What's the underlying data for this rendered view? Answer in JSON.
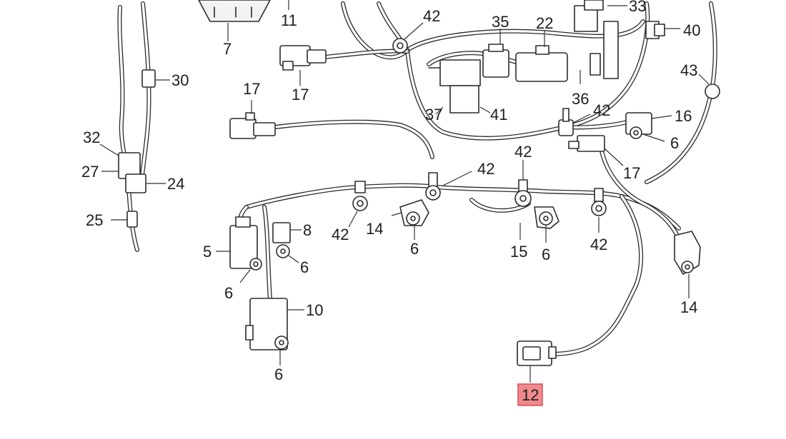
{
  "highlight_color": "#ef8a8f",
  "labels": {
    "p7": "7",
    "p11": "11",
    "p42a": "42",
    "p35": "35",
    "p22": "22",
    "p33": "33",
    "p40": "40",
    "p43": "43",
    "p30": "30",
    "p17a": "17",
    "p17b": "17",
    "p36": "36",
    "p37": "37",
    "p41": "41",
    "p42b": "42",
    "p16": "16",
    "p6a": "6",
    "p32": "32",
    "p27": "27",
    "p24": "24",
    "p17c": "17",
    "p42c": "42",
    "p42d": "42",
    "p25": "25",
    "p8": "8",
    "p42e": "42",
    "p14a": "14",
    "p5": "5",
    "p6b": "6",
    "p6c": "6",
    "p15": "15",
    "p6d": "6",
    "p42f": "42",
    "p6e": "6",
    "p10": "10",
    "p14b": "14",
    "p6f": "6",
    "p12": "12"
  }
}
